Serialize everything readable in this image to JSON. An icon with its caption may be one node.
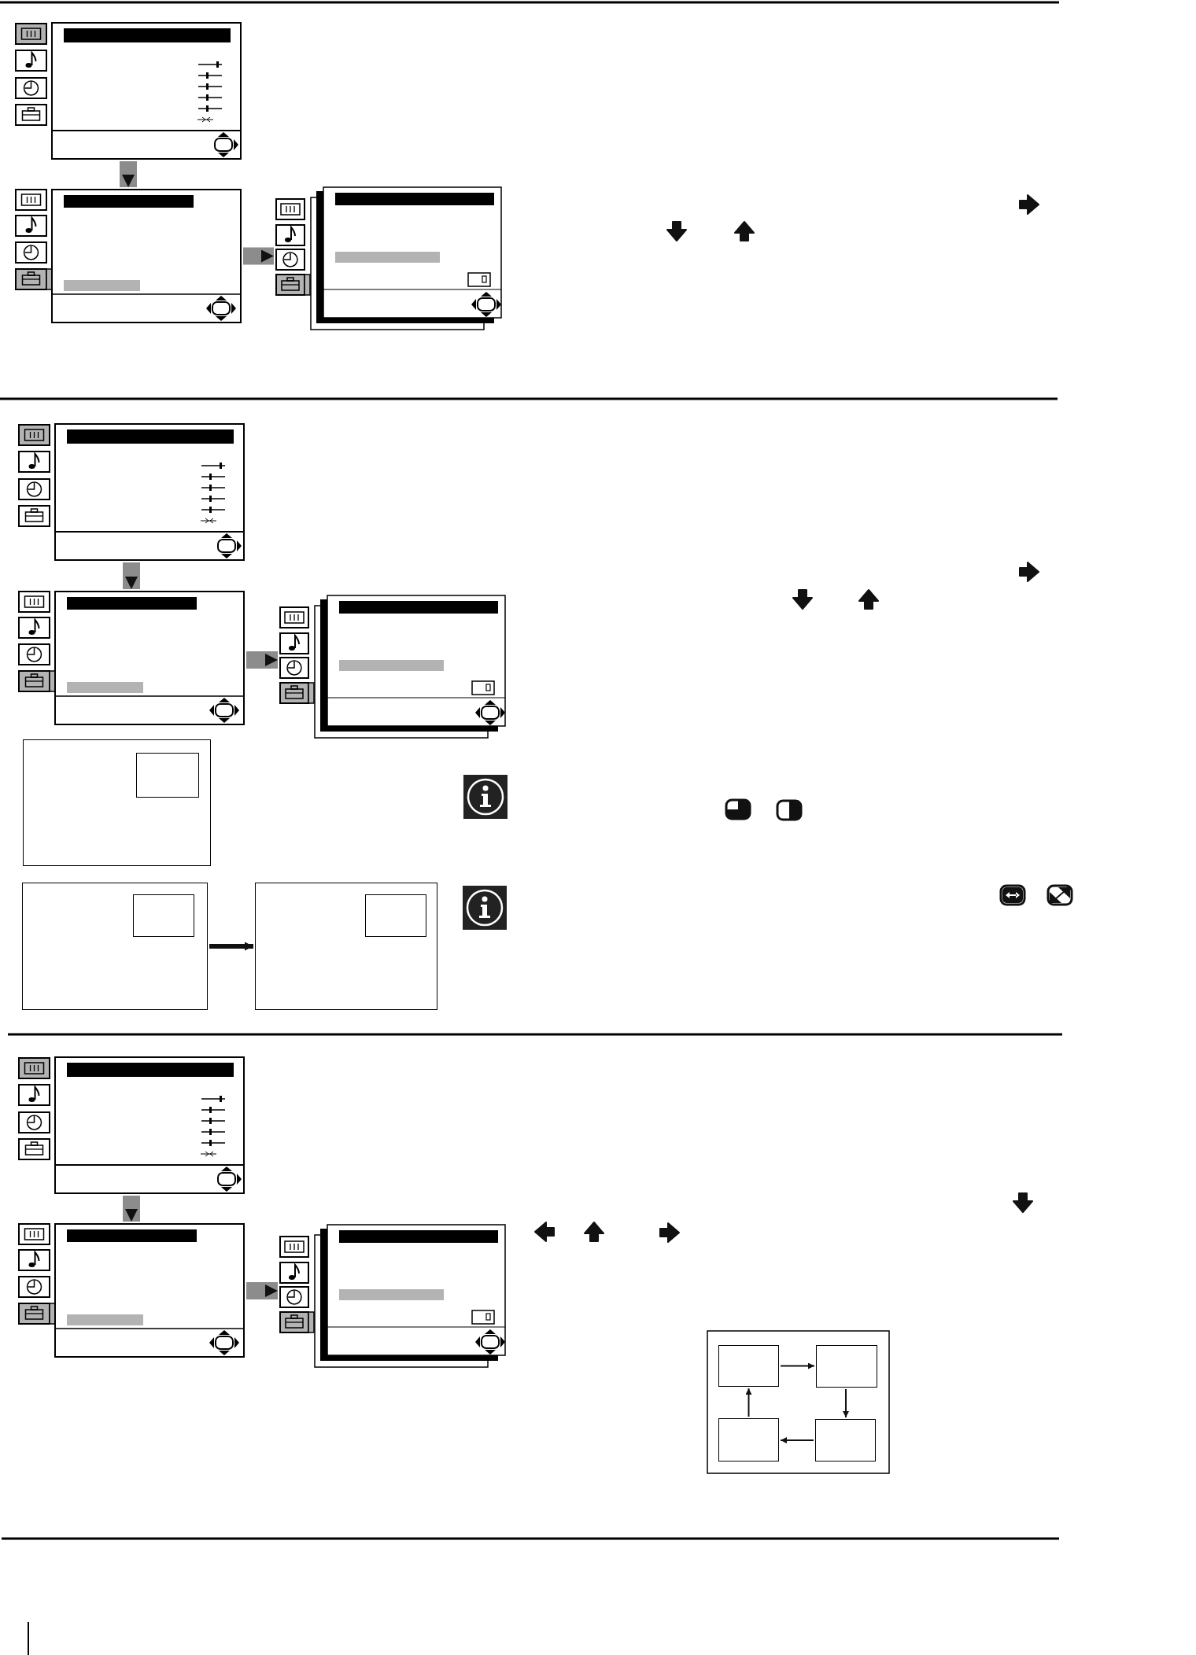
{
  "diagram": {
    "nodes": [
      {
        "text": [],
        "shape": "box"
      },
      {
        "text": [],
        "shape": "box"
      },
      {
        "text": [],
        "shape": "box"
      },
      {
        "text": [],
        "shape": "box"
      },
      {
        "text": [],
        "shape": "box"
      },
      {
        "text": [],
        "shape": "box"
      },
      {
        "text": [],
        "shape": "box"
      },
      {
        "text": [],
        "shape": "box",
        "in": 6
      },
      {
        "text": [],
        "shape": "box"
      },
      {
        "text": [],
        "shape": "box",
        "in": 8
      },
      {
        "text": [],
        "shape": "box"
      },
      {
        "text": [],
        "shape": "box",
        "in": 10
      },
      {
        "text": [],
        "shape": "box"
      },
      {
        "text": [],
        "shape": "box"
      },
      {
        "text": [],
        "shape": "box"
      },
      {
        "text": [],
        "shape": "box"
      },
      {
        "text": [],
        "shape": "box"
      },
      {
        "text": [],
        "shape": "box"
      },
      {
        "text": [],
        "shape": "box"
      }
    ],
    "edges": [
      {
        "from": 0,
        "to": 1,
        "arrow": "to"
      },
      {
        "from": 1,
        "to": 2,
        "arrow": "to"
      },
      {
        "from": 3,
        "to": 4,
        "arrow": "to"
      },
      {
        "from": 4,
        "to": 5,
        "arrow": "to"
      },
      {
        "from": 8,
        "to": 10,
        "arrow": "to",
        "color": "#111111"
      },
      {
        "from": 12,
        "to": 13,
        "arrow": "to"
      },
      {
        "from": 13,
        "to": 14,
        "arrow": "to"
      },
      {
        "from": 15,
        "to": 16,
        "arrow": "to",
        "color": "#111111"
      },
      {
        "from": 16,
        "to": 18,
        "arrow": "to",
        "color": "#111111"
      },
      {
        "from": 18,
        "to": 17,
        "arrow": "to",
        "color": "#111111"
      },
      {
        "from": 17,
        "to": 15,
        "arrow": "to",
        "color": "#111111"
      }
    ]
  }
}
